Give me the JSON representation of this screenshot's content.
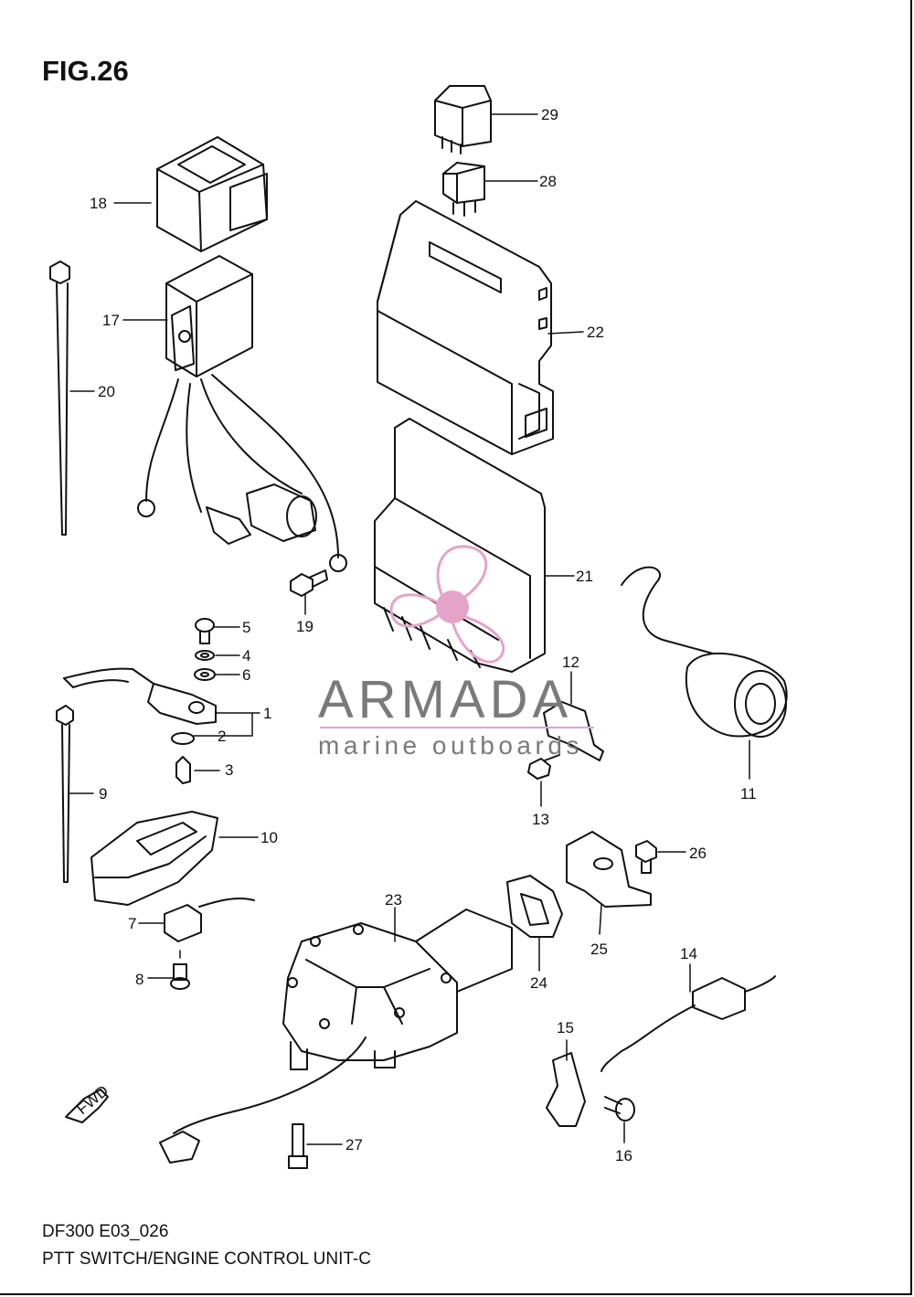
{
  "figure": {
    "title": "FIG.26"
  },
  "footer": {
    "model_code": "DF300 E03_026",
    "section_name": "PTT SWITCH/ENGINE CONTROL UNIT-C"
  },
  "watermark": {
    "brand": "ARMADA",
    "tagline": "marine outboards",
    "accent_color": "#e4a4c8"
  },
  "fwd_arrow": {
    "label": "FWD"
  },
  "callouts": [
    {
      "num": "1"
    },
    {
      "num": "2"
    },
    {
      "num": "3"
    },
    {
      "num": "4"
    },
    {
      "num": "5"
    },
    {
      "num": "6"
    },
    {
      "num": "7"
    },
    {
      "num": "8"
    },
    {
      "num": "9"
    },
    {
      "num": "10"
    },
    {
      "num": "11"
    },
    {
      "num": "12"
    },
    {
      "num": "13"
    },
    {
      "num": "14"
    },
    {
      "num": "15"
    },
    {
      "num": "16"
    },
    {
      "num": "17"
    },
    {
      "num": "18"
    },
    {
      "num": "19"
    },
    {
      "num": "20"
    },
    {
      "num": "21"
    },
    {
      "num": "22"
    },
    {
      "num": "23"
    },
    {
      "num": "24"
    },
    {
      "num": "25"
    },
    {
      "num": "26"
    },
    {
      "num": "27"
    },
    {
      "num": "28"
    },
    {
      "num": "29"
    }
  ]
}
